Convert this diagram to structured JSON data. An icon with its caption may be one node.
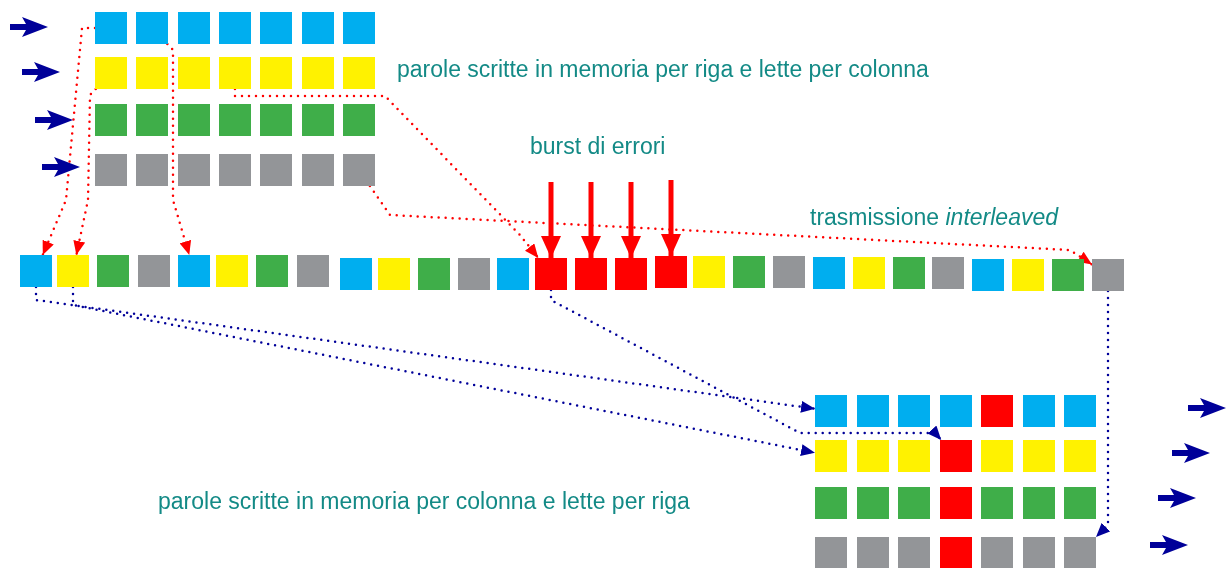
{
  "diagram": {
    "nodes": [
      {
        "text": [],
        "shape": "box"
      },
      {
        "text": [],
        "shape": "box"
      },
      {
        "text": [],
        "shape": "box"
      },
      {
        "text": [],
        "shape": "box"
      },
      {
        "text": [],
        "shape": "box"
      },
      {
        "text": [],
        "shape": "box"
      },
      {
        "text": [],
        "shape": "box"
      },
      {
        "text": [],
        "shape": "box"
      },
      {
        "text": [],
        "shape": "box"
      },
      {
        "text": [],
        "shape": "box"
      },
      {
        "text": [],
        "shape": "box"
      },
      {
        "text": [],
        "shape": "box"
      },
      {
        "text": [],
        "shape": "box"
      },
      {
        "text": [],
        "shape": "box"
      },
      {
        "text": [],
        "shape": "box"
      },
      {
        "text": [],
        "shape": "box"
      },
      {
        "text": [],
        "shape": "box"
      },
      {
        "text": [],
        "shape": "box"
      },
      {
        "text": [],
        "shape": "box"
      },
      {
        "text": [],
        "shape": "box"
      },
      {
        "text": [],
        "shape": "box"
      },
      {
        "text": [],
        "shape": "box"
      },
      {
        "text": [],
        "shape": "box"
      },
      {
        "text": [],
        "shape": "box"
      },
      {
        "text": [],
        "shape": "box"
      },
      {
        "text": [],
        "shape": "box"
      },
      {
        "text": [],
        "shape": "box"
      },
      {
        "text": [],
        "shape": "box"
      },
      {
        "text": [],
        "shape": "box"
      },
      {
        "text": [],
        "shape": "box"
      },
      {
        "text": [],
        "shape": "box"
      },
      {
        "text": [],
        "shape": "box"
      },
      {
        "text": [],
        "shape": "box"
      },
      {
        "text": [],
        "shape": "box"
      },
      {
        "text": [],
        "shape": "box"
      },
      {
        "text": [],
        "shape": "box"
      },
      {
        "text": [],
        "shape": "box"
      },
      {
        "text": [],
        "shape": "box"
      },
      {
        "text": [],
        "shape": "box"
      },
      {
        "text": [],
        "shape": "box"
      },
      {
        "text": [],
        "shape": "box"
      },
      {
        "text": [],
        "shape": "box"
      },
      {
        "text": [],
        "shape": "box"
      },
      {
        "text": [],
        "shape": "box"
      },
      {
        "text": [],
        "shape": "box"
      },
      {
        "text": [],
        "shape": "box"
      },
      {
        "text": [],
        "shape": "box"
      },
      {
        "text": [],
        "shape": "box"
      },
      {
        "text": [],
        "shape": "box"
      },
      {
        "text": [],
        "shape": "box"
      },
      {
        "text": [],
        "shape": "box"
      },
      {
        "text": [],
        "shape": "box"
      },
      {
        "text": [],
        "shape": "box"
      },
      {
        "text": [],
        "shape": "box"
      },
      {
        "text": [],
        "shape": "box"
      },
      {
        "text": [],
        "shape": "box"
      },
      {
        "text": [],
        "shape": "box"
      },
      {
        "text": [],
        "shape": "box"
      },
      {
        "text": [],
        "shape": "box"
      },
      {
        "text": [],
        "shape": "box"
      },
      {
        "text": [],
        "shape": "box"
      },
      {
        "text": [],
        "shape": "box"
      },
      {
        "text": [],
        "shape": "box"
      },
      {
        "text": [],
        "shape": "box"
      },
      {
        "text": [],
        "shape": "box"
      },
      {
        "text": [],
        "shape": "box"
      },
      {
        "text": [],
        "shape": "box"
      },
      {
        "text": [],
        "shape": "box"
      },
      {
        "text": [],
        "shape": "box"
      },
      {
        "text": [],
        "shape": "box"
      },
      {
        "text": [],
        "shape": "box"
      },
      {
        "text": [],
        "shape": "box"
      },
      {
        "text": [],
        "shape": "box"
      },
      {
        "text": [],
        "shape": "box"
      },
      {
        "text": [],
        "shape": "box"
      },
      {
        "text": [],
        "shape": "box"
      },
      {
        "text": [],
        "shape": "box"
      },
      {
        "text": [],
        "shape": "box"
      },
      {
        "text": [],
        "shape": "box"
      },
      {
        "text": [],
        "shape": "box"
      },
      {
        "text": [],
        "shape": "box"
      },
      {
        "text": [],
        "shape": "box"
      },
      {
        "text": [],
        "shape": "box"
      },
      {
        "text": [],
        "shape": "box"
      }
    ],
    "edges": [
      {
        "from": 0,
        "to": 28,
        "arrow": "to",
        "style": "dashed",
        "color": "#ff0000"
      },
      {
        "from": 1,
        "to": 32,
        "arrow": "to",
        "style": "dashed",
        "color": "#ff0000"
      },
      {
        "from": 7,
        "to": 29,
        "arrow": "to",
        "style": "dashed",
        "color": "#ff0000"
      },
      {
        "from": 10,
        "to": 41,
        "arrow": "to",
        "style": "dashed",
        "color": "#ff0000"
      },
      {
        "from": 27,
        "to": 55,
        "arrow": "to",
        "style": "dashed",
        "color": "#ff0000"
      },
      {
        "from": null,
        "to": 41,
        "arrow": "to",
        "style": "thick",
        "color": "#ff0000"
      },
      {
        "from": null,
        "to": 42,
        "arrow": "to",
        "style": "thick",
        "color": "#ff0000"
      },
      {
        "from": null,
        "to": 43,
        "arrow": "to",
        "style": "thick",
        "color": "#ff0000"
      },
      {
        "from": null,
        "to": 44,
        "arrow": "to",
        "style": "thick",
        "color": "#ff0000"
      },
      {
        "from": 28,
        "to": 56,
        "arrow": "to",
        "style": "dashed",
        "color": "#000099"
      },
      {
        "from": 29,
        "to": 63,
        "arrow": "to",
        "style": "dashed",
        "color": "#000099"
      },
      {
        "from": 41,
        "to": 66,
        "arrow": "to",
        "style": "dashed",
        "color": "#000099"
      },
      {
        "from": 55,
        "to": 83,
        "arrow": "to",
        "style": "dashed",
        "color": "#000099"
      }
    ],
    "labels": [
      "parole scritte in memoria per riga e lette per colonna",
      "burst di errori",
      "trasmissione *interleaved*",
      "parole scritte in memoria per colonna e lette per riga"
    ]
  }
}
